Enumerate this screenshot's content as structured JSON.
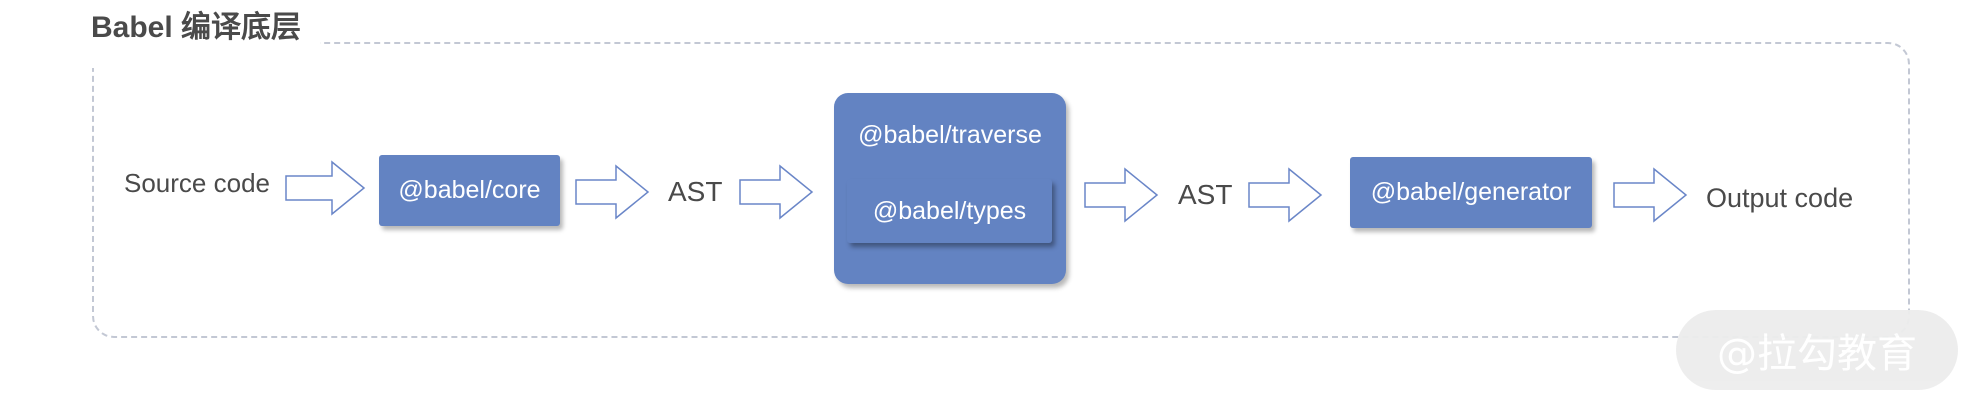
{
  "title": "Babel 编译底层",
  "nodes": {
    "source": "Source code",
    "core": "@babel/core",
    "ast1": "AST",
    "traverse": "@babel/traverse",
    "types": "@babel/types",
    "ast2": "AST",
    "generator": "@babel/generator",
    "output": "Output code"
  },
  "watermark": "@拉勾教育",
  "colors": {
    "box_fill": "#6383c2",
    "arrow_stroke": "#6a86c8",
    "frame_dash": "#c3c8d4",
    "text": "#4a4a4a"
  },
  "icons": {
    "arrow": "hollow-right-arrow"
  }
}
